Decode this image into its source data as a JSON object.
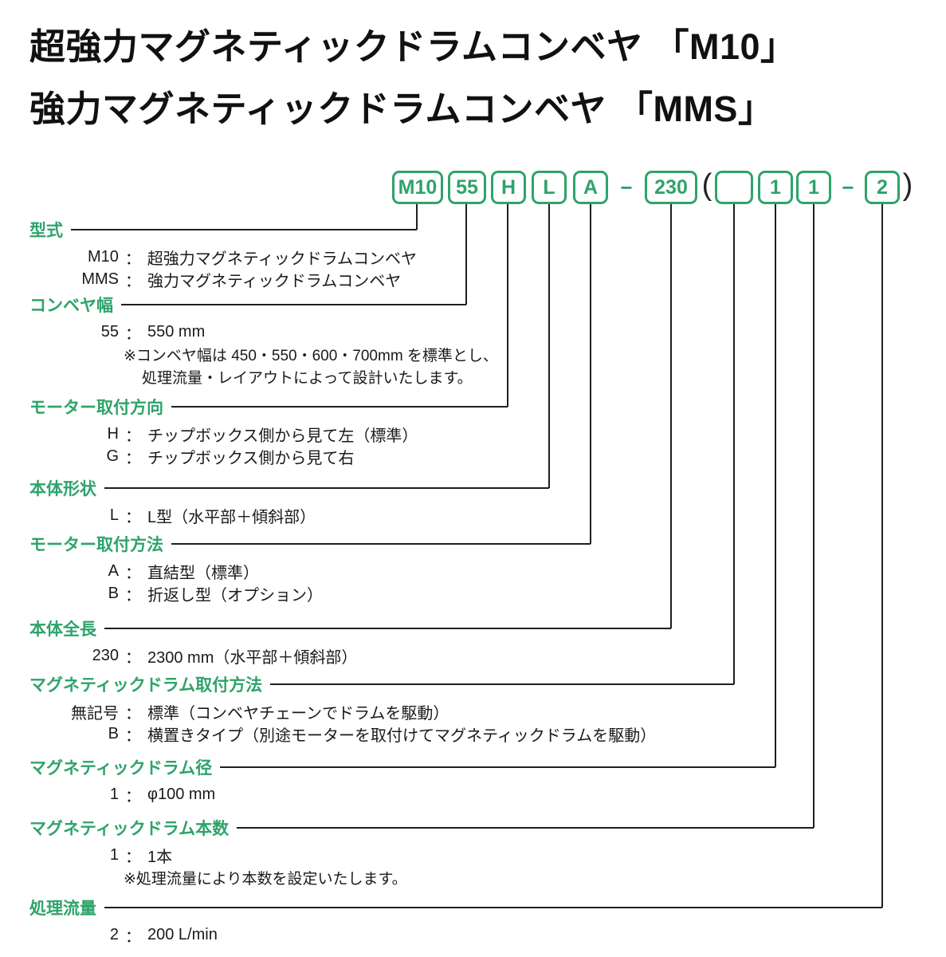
{
  "colors": {
    "accent_green": "#2ea36a"
  },
  "titles": {
    "line1": "超強力マグネティックドラムコンベヤ 「M10」",
    "line2": "強力マグネティックドラムコンベヤ 「MMS」"
  },
  "code": {
    "segments": [
      {
        "kind": "box",
        "text": "M10"
      },
      {
        "kind": "box",
        "text": "55"
      },
      {
        "kind": "box",
        "text": "H"
      },
      {
        "kind": "box",
        "text": "L"
      },
      {
        "kind": "box",
        "text": "A"
      },
      {
        "kind": "dash",
        "text": "−"
      },
      {
        "kind": "box",
        "text": "230"
      },
      {
        "kind": "paren",
        "text": "("
      },
      {
        "kind": "box",
        "text": ""
      },
      {
        "kind": "box",
        "text": "1"
      },
      {
        "kind": "box",
        "text": "1"
      },
      {
        "kind": "dash",
        "text": "−"
      },
      {
        "kind": "box",
        "text": "2"
      },
      {
        "kind": "paren",
        "text": ")"
      }
    ]
  },
  "sections": [
    {
      "label": "型式",
      "rows": [
        {
          "key": "M10",
          "colon": "：",
          "desc": "超強力マグネティックドラムコンベヤ"
        },
        {
          "key": "MMS",
          "colon": "：",
          "desc": "強力マグネティックドラムコンベヤ"
        }
      ]
    },
    {
      "label": "コンベヤ幅",
      "rows": [
        {
          "key": "55",
          "colon": "：",
          "desc": "550 mm"
        }
      ],
      "notes": [
        "※コンベヤ幅は 450・550・600・700mm を標準とし、",
        "処理流量・レイアウトによって設計いたします。"
      ]
    },
    {
      "label": "モーター取付方向",
      "rows": [
        {
          "key": "H",
          "colon": "：",
          "desc": "チップボックス側から見て左（標準）"
        },
        {
          "key": "G",
          "colon": "：",
          "desc": "チップボックス側から見て右"
        }
      ]
    },
    {
      "label": "本体形状",
      "rows": [
        {
          "key": "L",
          "colon": "：",
          "desc": "L型（水平部＋傾斜部）"
        }
      ]
    },
    {
      "label": "モーター取付方法",
      "rows": [
        {
          "key": "A",
          "colon": "：",
          "desc": "直結型（標準）"
        },
        {
          "key": "B",
          "colon": "：",
          "desc": "折返し型（オプション）"
        }
      ]
    },
    {
      "label": "本体全長",
      "rows": [
        {
          "key": "230",
          "colon": "：",
          "desc": "2300 mm（水平部＋傾斜部）"
        }
      ]
    },
    {
      "label": "マグネティックドラム取付方法",
      "rows": [
        {
          "key": "無記号",
          "colon": "：",
          "desc": "標準（コンベヤチェーンでドラムを駆動）"
        },
        {
          "key": "B",
          "colon": "：",
          "desc": "横置きタイプ（別途モーターを取付けてマグネティックドラムを駆動）"
        }
      ]
    },
    {
      "label": "マグネティックドラム径",
      "rows": [
        {
          "key": "1",
          "colon": "：",
          "desc": "φ100 mm"
        }
      ]
    },
    {
      "label": "マグネティックドラム本数",
      "rows": [
        {
          "key": "1",
          "colon": "：",
          "desc": "1本"
        }
      ],
      "notes": [
        "※処理流量により本数を設定いたします。"
      ]
    },
    {
      "label": "処理流量",
      "rows": [
        {
          "key": "2",
          "colon": "：",
          "desc": "200 L/min"
        }
      ]
    }
  ]
}
